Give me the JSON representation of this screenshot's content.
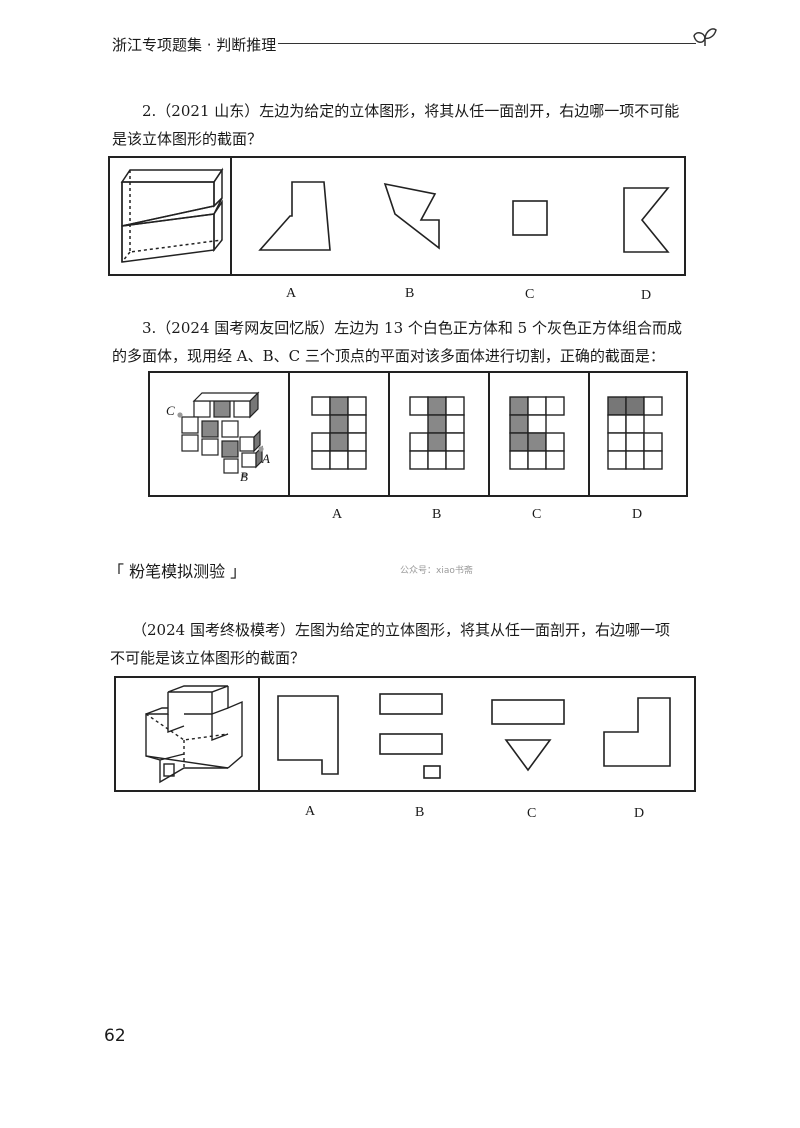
{
  "header": {
    "title": "浙江专项题集 · 判断推理"
  },
  "q2": {
    "line1": "2.（2021 山东）左边为给定的立体图形，将其从任一面剖开，右边哪一项不可能",
    "line2": "是该立体图形的截面？",
    "options": [
      "A",
      "B",
      "C",
      "D"
    ]
  },
  "q3": {
    "line1": "3.（2024 国考网友回忆版）左边为 13 个白色正方体和 5 个灰色正方体组合而成",
    "line2": "的多面体，现用经 A、B、C 三个顶点的平面对该多面体进行切割，正确的截面是：",
    "vertex_labels": [
      "C",
      "A",
      "B"
    ],
    "options": [
      "A",
      "B",
      "C",
      "D"
    ]
  },
  "section": {
    "title": "「 粉笔模拟测验 」",
    "watermark": "公众号：xiao书斋"
  },
  "q4": {
    "line1": "（2024 国考终极模考）左图为给定的立体图形，将其从任一面剖开，右边哪一项",
    "line2": "不可能是该立体图形的截面？",
    "options": [
      "A",
      "B",
      "C",
      "D"
    ]
  },
  "footer": {
    "page_number": "62"
  }
}
